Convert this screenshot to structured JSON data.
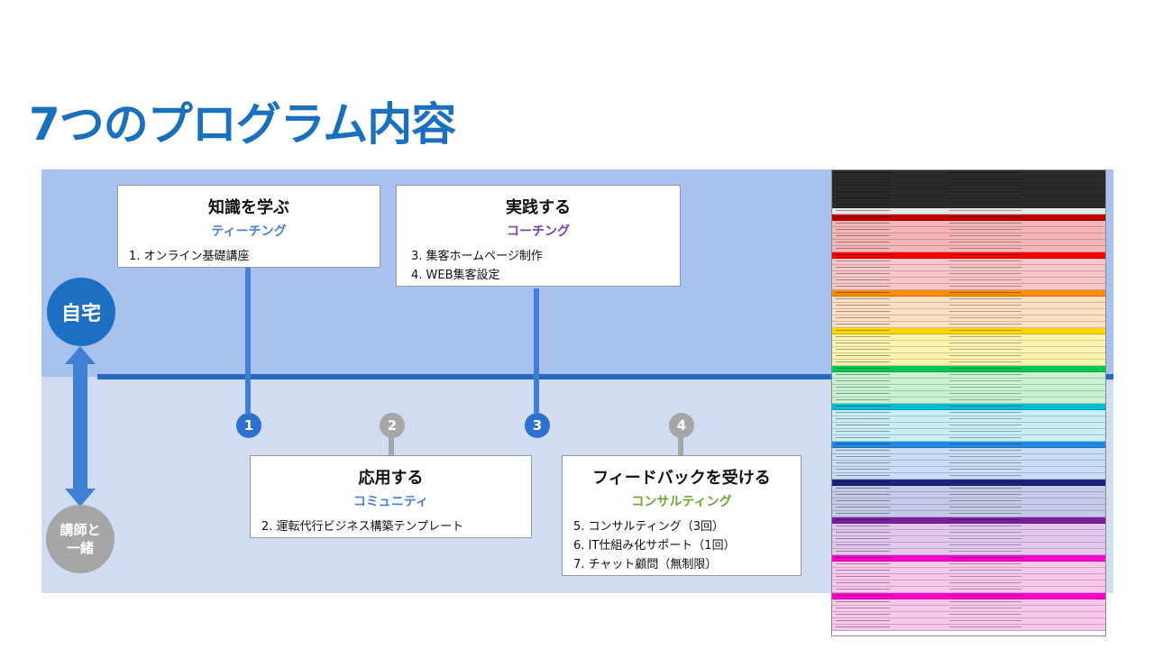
{
  "title": "7つのプログラム内容",
  "side": {
    "home_label": "自宅",
    "instructor_label_line1": "講師と",
    "instructor_label_line2": "一緒"
  },
  "cards": [
    {
      "title": "知識を学ぶ",
      "subtitle": "ティーチング",
      "subtitle_color": "#4a7fd6",
      "items": [
        "1. オンライン基礎講座"
      ]
    },
    {
      "title": "実践する",
      "subtitle": "コーチング",
      "subtitle_color": "#7b3fa0",
      "items": [
        "3. 集客ホームページ制作",
        "4. WEB集客設定"
      ]
    },
    {
      "title": "応用する",
      "subtitle": "コミュニティ",
      "subtitle_color": "#4a7fd6",
      "items": [
        "2. 運転代行ビジネス構築テンプレート"
      ]
    },
    {
      "title": "フィードバックを受ける",
      "subtitle": "コンサルティング",
      "subtitle_color": "#6ea536",
      "items": [
        "5. コンサルティング（3回）",
        "6. IT仕組み化サポート（1回）",
        "7. チャット顧問（無制限）"
      ]
    }
  ],
  "markers": [
    "1",
    "2",
    "3",
    "4"
  ],
  "colors": {
    "title": "#1a6fbe",
    "band_top": "#a9c1ee",
    "band_bottom": "#cfdcf2",
    "timeline": "#2468c3",
    "marker_blue": "#2f70cc",
    "marker_gray": "#a6a6a6"
  },
  "spreadsheet_thumbnail": {
    "icon": "spreadsheet-image",
    "section_colors": [
      "#2b2b2b",
      "#c00000",
      "#f4b6b6",
      "#ff0000",
      "#f7c6c6",
      "#ff8c00",
      "#fde0c2",
      "#ffd700",
      "#fff3b0",
      "#00c853",
      "#c8f2d2",
      "#00bcd4",
      "#c9eef4",
      "#1e88e5",
      "#c8ddf6",
      "#1a237e",
      "#c5cae9",
      "#7b1fa2",
      "#e3c7ee",
      "#ff00cc",
      "#f9c7ec"
    ]
  }
}
